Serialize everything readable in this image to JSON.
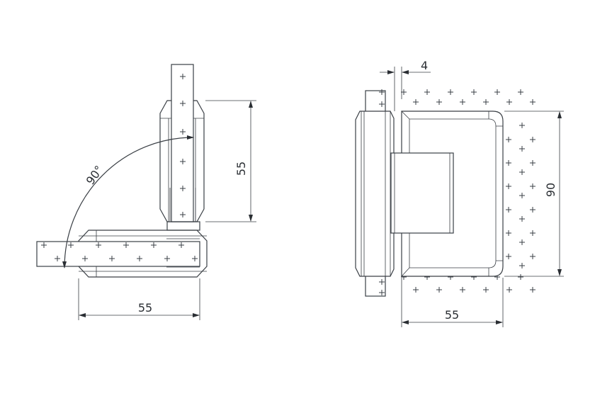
{
  "left_view": {
    "angle_label": "90°",
    "vertical_dimension": "55",
    "horizontal_dimension": "55"
  },
  "right_view": {
    "gap_dimension": "4",
    "height_dimension": "90",
    "width_dimension": "55"
  },
  "colors": {
    "line": "#3a3f45",
    "background": "#ffffff"
  }
}
